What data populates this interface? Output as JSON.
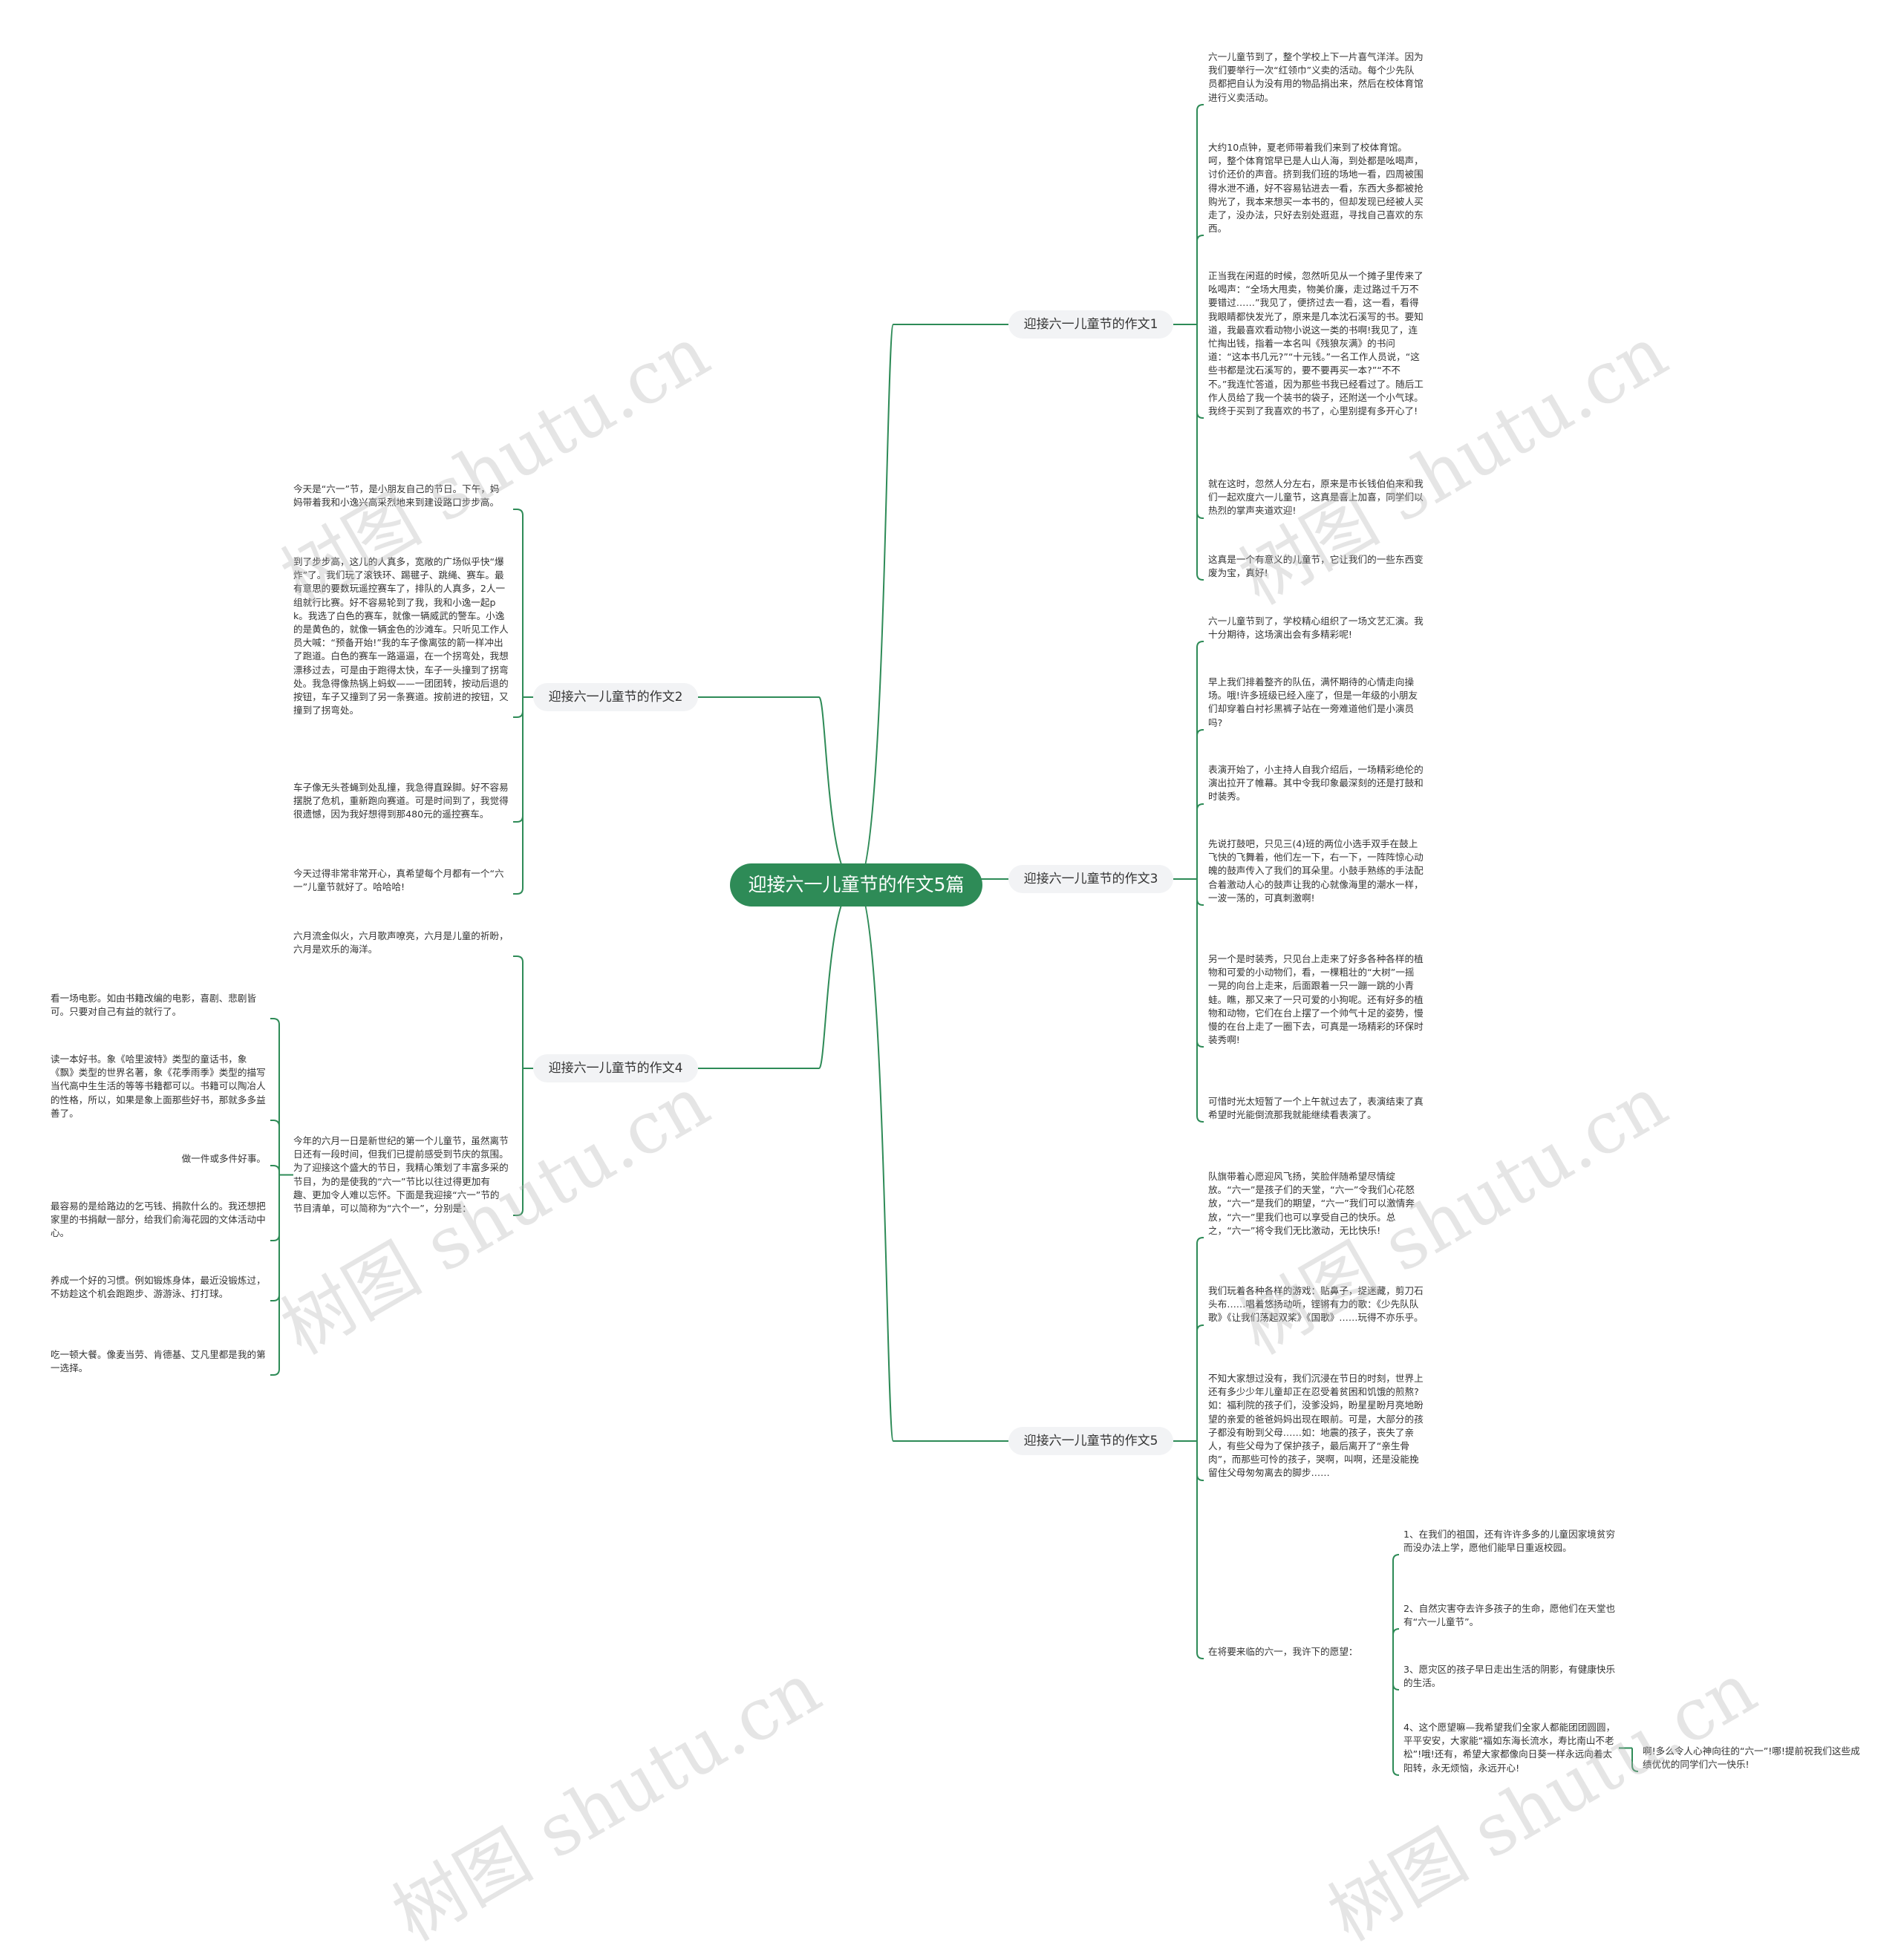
{
  "root": {
    "label": "迎接六一儿童节的作文5篇"
  },
  "branches": [
    {
      "id": "b1",
      "label": "迎接六一儿童节的作文1"
    },
    {
      "id": "b2",
      "label": "迎接六一儿童节的作文2"
    },
    {
      "id": "b3",
      "label": "迎接六一儿童节的作文3"
    },
    {
      "id": "b4",
      "label": "迎接六一儿童节的作文4"
    },
    {
      "id": "b5",
      "label": "迎接六一儿童节的作文5"
    }
  ],
  "leaves": {
    "b1": [
      "六一儿童节到了，整个学校上下一片喜气洋洋。因为我们要举行一次“红领巾”义卖的活动。每个少先队员都把自认为没有用的物品捐出来，然后在校体育馆进行义卖活动。",
      "大约10点钟，夏老师带着我们来到了校体育馆。呵，整个体育馆早已是人山人海，到处都是吆喝声，讨价还价的声音。挤到我们班的场地一看，四周被围得水泄不通，好不容易钻进去一看，东西大多都被抢购光了，我本来想买一本书的，但却发现已经被人买走了，没办法，只好去别处逛逛，寻找自己喜欢的东西。",
      "正当我在闲逛的时候，忽然听见从一个摊子里传来了吆喝声：“全场大甩卖，物美价廉，走过路过千万不要错过……”我见了，便挤过去一看，这一看，看得我眼睛都快发光了，原来是几本沈石溪写的书。要知道，我最喜欢看动物小说这一类的书啊!我见了，连忙掏出钱，指着一本名叫《残狼灰满》的书问道：“这本书几元?”“十元钱。”一名工作人员说，“这些书都是沈石溪写的，要不要再买一本?”“不不不。”我连忙答道，因为那些书我已经看过了。随后工作人员给了我一个装书的袋子，还附送一个小气球。我终于买到了我喜欢的书了，心里别提有多开心了!",
      "就在这时，忽然人分左右，原来是市长钱伯伯来和我们一起欢度六一儿童节，这真是喜上加喜，同学们以热烈的掌声夹道欢迎!",
      "这真是一个有意义的儿童节，它让我们的一些东西变废为宝，真好!"
    ],
    "b2": [
      "今天是“六一”节，是小朋友自己的节日。下午，妈妈带着我和小逸兴高采烈地来到建设路口步步高。",
      "到了步步高，这儿的人真多，宽敞的广场似乎快“爆炸”了。我们玩了滚铁环、踢毽子、跳绳、赛车。最有意思的要数玩遥控赛车了，排队的人真多，2人一组就行比赛。好不容易轮到了我，我和小逸一起pk。我选了白色的赛车，就像一辆威武的警车。小逸的是黄色的，就像一辆金色的沙滩车。只听见工作人员大喊：“预备开始!”我的车子像离弦的箭一样冲出了跑道。白色的赛车一路逼逼，在一个拐弯处，我想漂移过去，可是由于跑得太快，车子一头撞到了拐弯处。我急得像热锅上蚂蚁——一团团转，按动后退的按钮，车子又撞到了另一条赛道。按前进的按钮，又撞到了拐弯处。",
      "车子像无头苍蝇到处乱撞，我急得直跺脚。好不容易摆脱了危机，重新跑向赛道。可是时间到了，我觉得很遗憾，因为我好想得到那480元的遥控赛车。",
      "今天过得非常非常开心，真希望每个月都有一个“六一”儿童节就好了。哈哈哈!"
    ],
    "b3": [
      "六一儿童节到了，学校精心组织了一场文艺汇演。我十分期待，这场演出会有多精彩呢!",
      "早上我们排着整齐的队伍，满怀期待的心情走向操场。哦!许多班级已经入座了，但是一年级的小朋友们却穿着白衬衫黑裤子站在一旁难道他们是小演员吗?",
      "表演开始了，小主持人自我介绍后，一场精彩绝伦的演出拉开了帷幕。其中令我印象最深刻的还是打鼓和时装秀。",
      "先说打鼓吧，只见三(4)班的两位小选手双手在鼓上飞快的飞舞着，他们左一下，右一下，一阵阵惊心动魄的鼓声传入了我们的耳朵里。小鼓手熟练的手法配合着激动人心的鼓声让我的心就像海里的潮水一样，一波一荡的，可真刺激啊!",
      "另一个是时装秀，只见台上走来了好多各种各样的植物和可爱的小动物们，看，一棵粗壮的“大树”一摇一晃的向台上走来，后面跟着一只一蹦一跳的小青蛙。瞧，那又来了一只可爱的小狗呢。还有好多的植物和动物，它们在台上摆了一个帅气十足的姿势，慢慢的在台上走了一圈下去，可真是一场精彩的环保时装秀啊!",
      "可惜时光太短暂了一个上午就过去了，表演结束了真希望时光能倒流那我就能继续看表演了。"
    ],
    "b4_intro": "六月流金似火，六月歌声嘹亮，六月是儿童的祈盼，六月是欢乐的海洋。",
    "b4_parent": "今年的六月一日是新世纪的第一个儿童节，虽然离节日还有一段时间，但我们已提前感受到节庆的氛围。为了迎接这个盛大的节日，我精心策划了丰富多采的节目，为的是使我的“六一”节比以往过得更加有趣、更加令人难以忘怀。下面是我迎接“六一”节的节目清单，可以简称为“六个一”，分别是：",
    "b4_children": [
      "看一场电影。如由书籍改编的电影，喜剧、悲剧皆可。只要对自己有益的就行了。",
      "读一本好书。象《哈里波特》类型的童话书，象《飘》类型的世界名著，象《花季雨季》类型的描写当代高中生生活的等等书籍都可以。书籍可以陶冶人的性格，所以，如果是象上面那些好书，那就多多益善了。",
      "做一件或多件好事。",
      "最容易的是给路边的乞丐钱、捐款什么的。我还想把家里的书捐献一部分，给我们俞海花园的文体活动中心。",
      "养成一个好的习惯。例如锻炼身体，最近没锻炼过，不妨趁这个机会跑跑步、游游泳、打打球。",
      "吃一顿大餐。像麦当劳、肯德基、艾凡里都是我的第一选择。"
    ],
    "b5": [
      "队旗带着心愿迎风飞扬，笑脸伴随希望尽情绽放。“六一”是孩子们的天堂，“六一”令我们心花怒放，“六一”是我们的期望，“六一”我们可以激情奔放，“六一”里我们也可以享受自己的快乐。总之，“六一”将令我们无比激动，无比快乐!",
      "我们玩着各种各样的游戏：贴鼻子，捉迷藏，剪刀石头布……唱着悠扬动听，铿锵有力的歌：《少先队队歌》《让我们荡起双桨》《国歌》……玩得不亦乐乎。",
      "不知大家想过没有，我们沉浸在节日的时刻，世界上还有多少少年儿童却正在忍受着贫困和饥饿的煎熬?如：福利院的孩子们，没爹没妈，盼星星盼月亮地盼望的亲爱的爸爸妈妈出现在眼前。可是，大部分的孩子都没有盼到父母……如：地震的孩子，丧失了亲人，有些父母为了保护孩子，最后离开了“亲生骨肉”，而那些可怜的孩子，哭啊，叫啊，还是没能挽留住父母匆匆离去的脚步……"
    ],
    "b5_wish_parent": "在将要来临的六一，我许下的愿望：",
    "b5_wishes": [
      "1、在我们的祖国，还有许许多多的儿童因家境贫穷而没办法上学，愿他们能早日重返校园。",
      "2、自然灾害夺去许多孩子的生命，愿他们在天堂也有“六一儿童节”。",
      "3、愿灾区的孩子早日走出生活的阴影，有健康快乐的生活。",
      "4、这个愿望嘛—我希望我们全家人都能团团圆圆，平平安安，大家能“福如东海长流水，寿比南山不老松”!哦!还有，希望大家都像向日葵一样永远向着太阳转，永无烦恼，永远开心!"
    ],
    "b5_final": "啊!多么令人心神向往的“六一”!哪!提前祝我们这些成绩优优的同学们六一快乐!"
  },
  "watermark": "树图 shutu.cn",
  "colors": {
    "line": "#2e8b57",
    "root_bg": "#2e8b57",
    "branch_bg": "#f2f3f5"
  }
}
